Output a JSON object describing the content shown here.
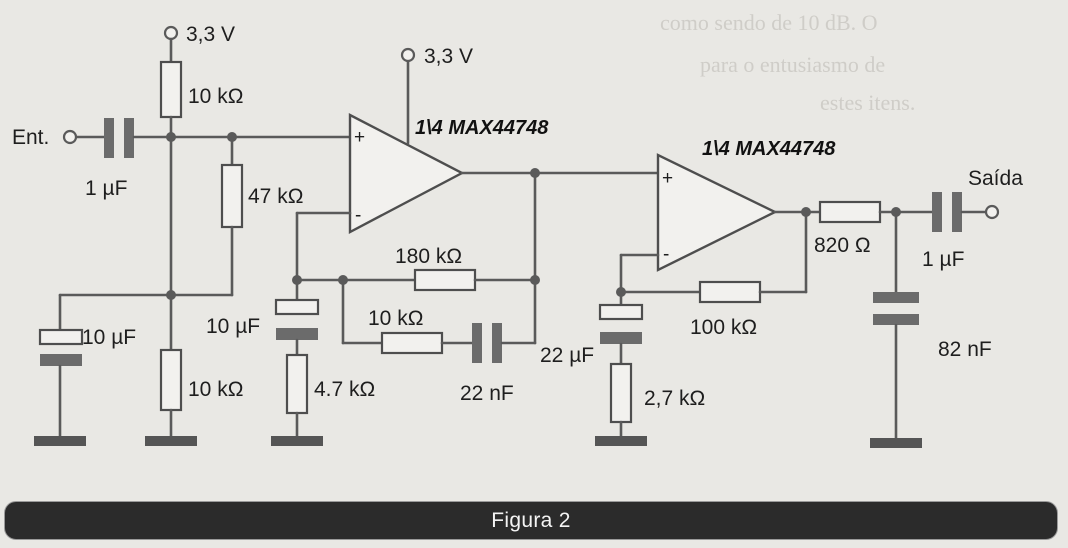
{
  "figure": {
    "caption": "Figura 2",
    "background_text": [
      "como sendo de 10 dB. O",
      "para o entusiasmo de",
      "estes itens."
    ],
    "input_label": "Ent.",
    "output_label": "Saída",
    "supply_labels": [
      "3,3 V",
      "3,3 V"
    ],
    "opamp_labels": [
      "1\\4 MAX44748",
      "1\\4 MAX44748"
    ],
    "opamp_pins": {
      "plus": "+",
      "minus": "-"
    },
    "component_labels": {
      "r_bias_top": "10 kΩ",
      "c_input": "1 µF",
      "r_47k": "47 kΩ",
      "c_bias_10uf": "10 µF",
      "r_bias_bottom": "10 kΩ",
      "r_feedback_180k": "180 kΩ",
      "r_10k_series": "10 kΩ",
      "c_22nf": "22 nF",
      "c_10uf_stage1": "10 µF",
      "r_4k7": "4.7 kΩ",
      "c_22uf": "22 µF",
      "r_2k7": "2,7 kΩ",
      "r_feedback_100k": "100 kΩ",
      "r_820": "820 Ω",
      "c_output": "1 µF",
      "c_82nf": "82 nF"
    },
    "colors": {
      "caption_bar": "#2b2b2b",
      "caption_text": "#f4f4f4",
      "paper": "#e9e8e4",
      "wire": "#5a5a5a"
    }
  }
}
